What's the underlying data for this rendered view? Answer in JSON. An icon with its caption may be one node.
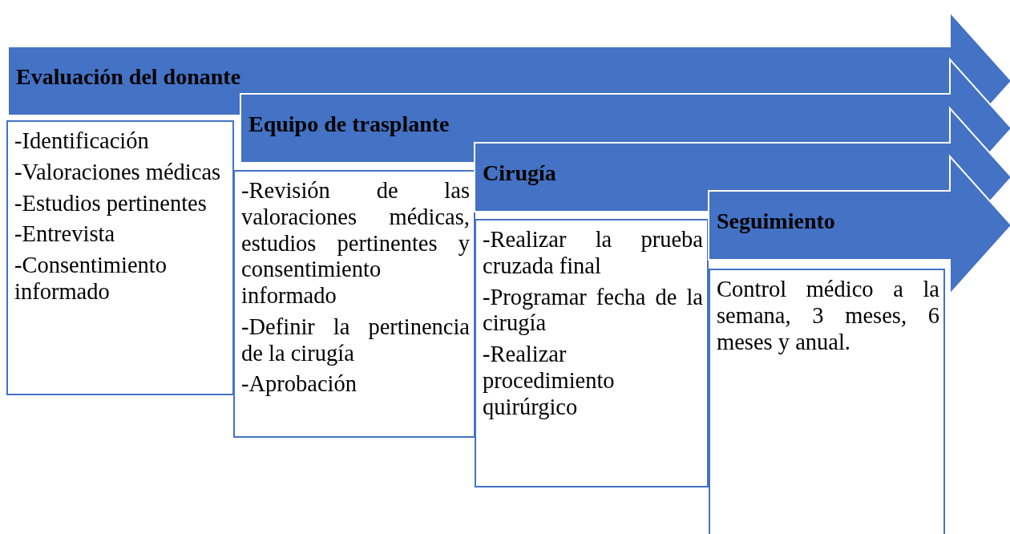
{
  "diagram": {
    "nodes": [
      {
        "text": [
          "Evaluación del donante"
        ]
      },
      {
        "text": [
          "-Identificación",
          "-Valoraciones médicas",
          "-Estudios pertinentes",
          "-Entrevista",
          "-Consentimiento informado"
        ]
      },
      {
        "text": [
          "Equipo de trasplante"
        ]
      },
      {
        "text": [
          "-Revisión de las valoraciones médicas, estudios pertinentes y consentimiento informado",
          "-Definir la pertinencia de la cirugía",
          "-Aprobación"
        ]
      },
      {
        "text": [
          "Cirugía"
        ]
      },
      {
        "text": [
          "-Realizar la prueba cruzada final",
          "-Programar fecha de la cirugía",
          "-Realizar procedimiento quirúrgico"
        ]
      },
      {
        "text": [
          "Seguimiento"
        ]
      },
      {
        "text": [
          "Control médico a la semana, 3 meses, 6 meses y anual."
        ]
      }
    ],
    "edges": []
  }
}
